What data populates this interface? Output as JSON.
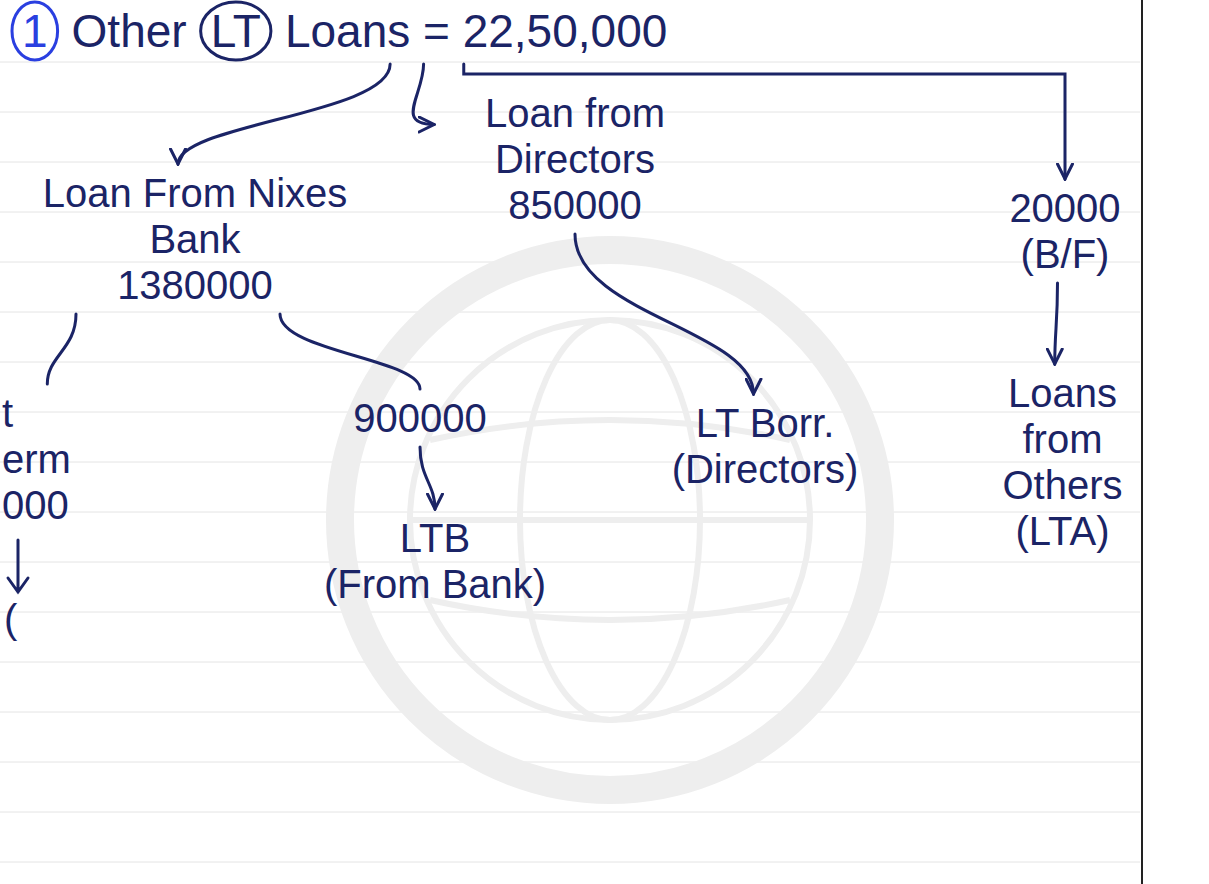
{
  "diagram": {
    "nodes": [
      {
        "text": [
          "1",
          "Other",
          "LT",
          "Loans = 22,50,000"
        ]
      },
      {
        "text": [
          "Loan From Nixes Bank",
          "1380000"
        ]
      },
      {
        "text": [
          "Loan from Directors",
          "850000"
        ]
      },
      {
        "text": [
          "20000",
          "(B/F)"
        ]
      },
      {
        "text": [
          "t",
          "erm",
          "000"
        ]
      },
      {
        "text": [
          "900000"
        ]
      },
      {
        "text": [
          "LTB",
          "(From Bank)"
        ]
      },
      {
        "text": [
          "LT Borr.",
          "(Directors)"
        ]
      },
      {
        "text": [
          "Loans from Others",
          "(LTA)"
        ]
      }
    ],
    "edges": [
      {
        "from": 0,
        "to": 1,
        "arrow": "to"
      },
      {
        "from": 0,
        "to": 2,
        "arrow": "to"
      },
      {
        "from": 0,
        "to": 3,
        "arrow": "to"
      },
      {
        "from": 1,
        "to": 4,
        "arrow": "none"
      },
      {
        "from": 1,
        "to": 5,
        "arrow": "none"
      },
      {
        "from": 5,
        "to": 6,
        "arrow": "to"
      },
      {
        "from": 2,
        "to": 7,
        "arrow": "to"
      },
      {
        "from": 3,
        "to": 8,
        "arrow": "to"
      }
    ],
    "labels": [
      "("
    ]
  }
}
